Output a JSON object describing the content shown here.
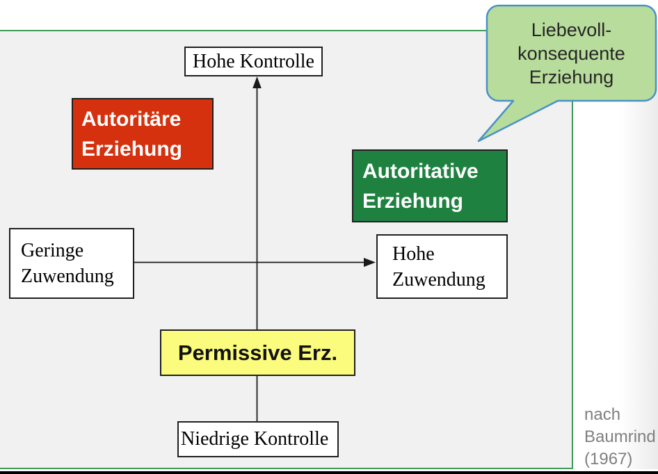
{
  "callout": {
    "text": "Liebevoll-\nkonsequente\nErziehung",
    "fill": "#b7dc9b",
    "border_color": "#4a90c6",
    "text_color": "#262626"
  },
  "axis_labels": {
    "top": "Hohe Kontrolle",
    "bottom": "Niedrige Kontrolle",
    "left": "Geringe\nZuwendung",
    "right": "Hohe\nZuwendung"
  },
  "parenting_styles": {
    "authoritarian": {
      "label": "Autoritäre\nErziehung",
      "bg": "#d5310f",
      "text_color": "#ffffff"
    },
    "authoritative": {
      "label": "Autoritative\nErziehung",
      "bg": "#1f8140",
      "text_color": "#ffffff"
    },
    "permissive": {
      "label": "Permissive Erz.",
      "bg": "#fbfb7d",
      "text_color": "#111111"
    }
  },
  "citation": "nach\nBaumrind\n(1967)",
  "frame": {
    "border_color": "#3d9a56",
    "panel_bg": "#f1f1f1",
    "bottom_bar_color": "#000000",
    "axis_color": "#1a1a1a"
  }
}
